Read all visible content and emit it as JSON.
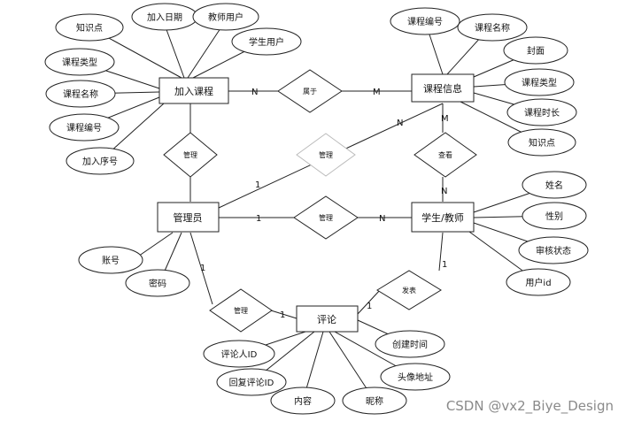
{
  "entities": {
    "jiaru_kecheng": "加入课程",
    "kecheng_xinxi": "课程信息",
    "guanliyuan": "管理员",
    "xuesheng_jiaoshi": "学生/教师",
    "pinglun": "评论"
  },
  "relationships": {
    "shuyu": "属于",
    "guanli_top": "管理",
    "guanli_faded": "管理",
    "chakan": "查看",
    "guanli_mid": "管理",
    "guanli_bottom": "管理",
    "fabiao": "发表"
  },
  "attributes": {
    "jiaru_kecheng": [
      "知识点",
      "加入日期",
      "教师用户",
      "学生用户",
      "课程类型",
      "课程名称",
      "课程编号",
      "加入序号"
    ],
    "kecheng_xinxi": [
      "课程编号",
      "课程名称",
      "封面",
      "课程类型",
      "课程时长",
      "知识点"
    ],
    "xuesheng_jiaoshi": [
      "姓名",
      "性别",
      "审核状态",
      "用户id"
    ],
    "guanliyuan": [
      "账号",
      "密码"
    ],
    "pinglun": [
      "评论人ID",
      "回复评论ID",
      "内容",
      "昵称",
      "头像地址",
      "创建时间"
    ]
  },
  "cardinalities": {
    "jiaru_shuyu": "N",
    "shuyu_kecheng": "M",
    "guanli_jiaru": "1",
    "faded_guanli": "N",
    "kecheng_chakan": "M",
    "chakan_xuesheng": "N",
    "guanliyuan_mid": "1",
    "mid_xuesheng": "N",
    "guanliyuan_bottom": "1",
    "bottom_pinglun": "1",
    "xuesheng_fabiao": "1",
    "fabiao_pinglun": "1"
  },
  "watermark": "CSDN @vx2_Biye_Design"
}
